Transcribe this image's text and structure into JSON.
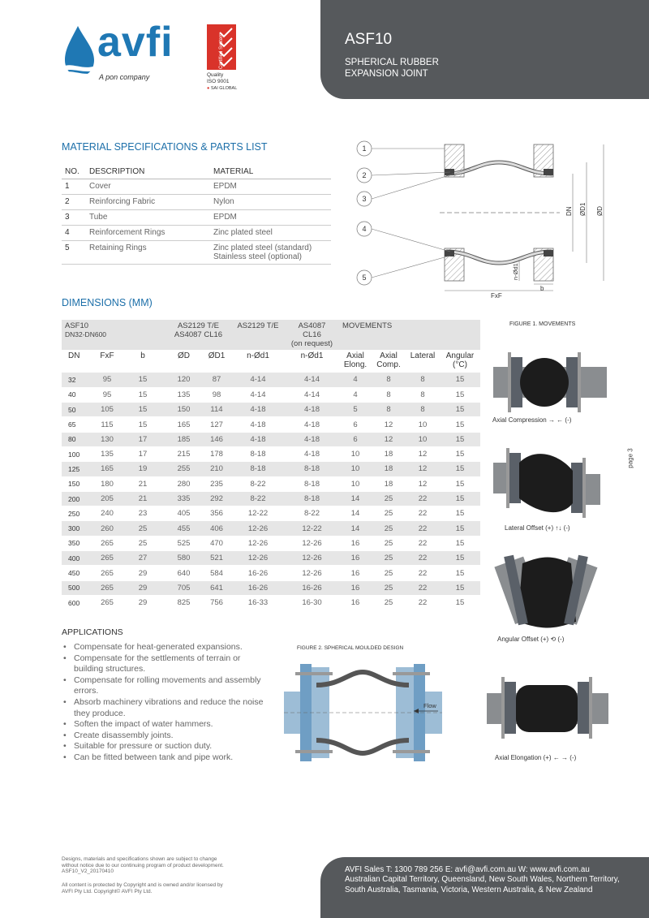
{
  "header": {
    "title": "ASF10",
    "subtitle_line1": "SPHERICAL RUBBER",
    "subtitle_line2": "EXPANSION JOINT"
  },
  "logo": {
    "brand": "avfi",
    "tagline": "A pon company",
    "cert_vertical": "Certified System",
    "cert_quality": "Quality",
    "cert_iso": "ISO 9001",
    "cert_sai": "SAI GLOBAL"
  },
  "materials": {
    "title": "MATERIAL SPECIFICATIONS & PARTS LIST",
    "headers": [
      "NO.",
      "DESCRIPTION",
      "MATERIAL"
    ],
    "rows": [
      {
        "no": "1",
        "desc": "Cover",
        "mat": "EPDM",
        "mat2": ""
      },
      {
        "no": "2",
        "desc": "Reinforcing Fabric",
        "mat": "Nylon",
        "mat2": ""
      },
      {
        "no": "3",
        "desc": "Tube",
        "mat": "EPDM",
        "mat2": ""
      },
      {
        "no": "4",
        "desc": "Reinforcement Rings",
        "mat": "Zinc plated steel",
        "mat2": ""
      },
      {
        "no": "5",
        "desc": "Retaining Rings",
        "mat": "Zinc plated steel (standard)",
        "mat2": "Stainless steel (optional)"
      }
    ]
  },
  "diagram": {
    "labels": [
      "1",
      "2",
      "3",
      "4",
      "5"
    ],
    "dn": "DN",
    "d1": "ØD1",
    "d": "ØD",
    "nd1": "n-Ød1",
    "fxf": "FxF",
    "b": "b"
  },
  "dimensions": {
    "title": "DIMENSIONS (MM)",
    "h_asf": "ASF10",
    "h_range": "DN32-DN600",
    "h_as2129_t1": "AS2129 T/E",
    "h_as2129_t2": "AS4087 CL16",
    "h_as2129b": "AS2129 T/E",
    "h_as4087_1": "AS4087 CL16",
    "h_as4087_2": "(on request)",
    "h_mov": "MOVEMENTS",
    "cols": [
      "DN",
      "FxF",
      "b",
      "ØD",
      "ØD1",
      "n-Ød1",
      "n-Ød1",
      "Axial Elong.",
      "Axial Comp.",
      "Lateral",
      "Angular (°C)"
    ],
    "rows": [
      [
        "32",
        "95",
        "15",
        "120",
        "87",
        "4-14",
        "4-14",
        "4",
        "8",
        "8",
        "15"
      ],
      [
        "40",
        "95",
        "15",
        "135",
        "98",
        "4-14",
        "4-14",
        "4",
        "8",
        "8",
        "15"
      ],
      [
        "50",
        "105",
        "15",
        "150",
        "114",
        "4-18",
        "4-18",
        "5",
        "8",
        "8",
        "15"
      ],
      [
        "65",
        "115",
        "15",
        "165",
        "127",
        "4-18",
        "4-18",
        "6",
        "12",
        "10",
        "15"
      ],
      [
        "80",
        "130",
        "17",
        "185",
        "146",
        "4-18",
        "4-18",
        "6",
        "12",
        "10",
        "15"
      ],
      [
        "100",
        "135",
        "17",
        "215",
        "178",
        "8-18",
        "4-18",
        "10",
        "18",
        "12",
        "15"
      ],
      [
        "125",
        "165",
        "19",
        "255",
        "210",
        "8-18",
        "8-18",
        "10",
        "18",
        "12",
        "15"
      ],
      [
        "150",
        "180",
        "21",
        "280",
        "235",
        "8-22",
        "8-18",
        "10",
        "18",
        "12",
        "15"
      ],
      [
        "200",
        "205",
        "21",
        "335",
        "292",
        "8-22",
        "8-18",
        "14",
        "25",
        "22",
        "15"
      ],
      [
        "250",
        "240",
        "23",
        "405",
        "356",
        "12-22",
        "8-22",
        "14",
        "25",
        "22",
        "15"
      ],
      [
        "300",
        "260",
        "25",
        "455",
        "406",
        "12-26",
        "12-22",
        "14",
        "25",
        "22",
        "15"
      ],
      [
        "350",
        "265",
        "25",
        "525",
        "470",
        "12-26",
        "12-26",
        "16",
        "25",
        "22",
        "15"
      ],
      [
        "400",
        "265",
        "27",
        "580",
        "521",
        "12-26",
        "12-26",
        "16",
        "25",
        "22",
        "15"
      ],
      [
        "450",
        "265",
        "29",
        "640",
        "584",
        "16-26",
        "12-26",
        "16",
        "25",
        "22",
        "15"
      ],
      [
        "500",
        "265",
        "29",
        "705",
        "641",
        "16-26",
        "16-26",
        "16",
        "25",
        "22",
        "15"
      ],
      [
        "600",
        "265",
        "29",
        "825",
        "756",
        "16-33",
        "16-30",
        "16",
        "25",
        "22",
        "15"
      ]
    ]
  },
  "figure1": {
    "title": "FIGURE 1. MOVEMENTS",
    "axial_comp": "Axial Compression",
    "lateral": "Lateral Offset (+)",
    "angular": "Angular Offset (+)",
    "axial_elong": "Axial Elongation (+)",
    "minus": "(-)"
  },
  "figure2": {
    "title": "FIGURE 2. SPHERICAL MOULDED DESIGN",
    "flow": "Flow"
  },
  "applications": {
    "title": "APPLICATIONS",
    "items": [
      "Compensate for heat-generated expansions.",
      "Compensate for the settlements of terrain or building structures.",
      "Compensate for rolling movements and assembly errors.",
      "Absorb machinery vibrations and reduce the noise they produce.",
      "Soften the impact of water hammers.",
      "Create disassembly joints.",
      "Suitable for pressure or suction duty.",
      "Can be fitted between tank and pipe work."
    ]
  },
  "footer": {
    "line1": "AVFI Sales  T: 1300 789 256  E: avfi@avfi.com.au  W: www.avfi.com.au",
    "line2": "Australian Capital Territory, Queensland, New South Wales, Northern Territory,",
    "line3": "South Australia, Tasmania, Victoria, Western Australia, & New Zealand"
  },
  "disclaimer": {
    "l1": "Designs, materials and specifications shown are subject to change",
    "l2": "without notice due to our continuing program of product development.",
    "l3": "ASF10_V2_20170410",
    "l4": "All content is protected by Copyright and is owned and/or licensed by",
    "l5": "AVFI Pty Ltd. Copyright© AVFI Pty Ltd."
  },
  "page": "page 3",
  "colors": {
    "accent": "#1c6fa9",
    "header": "#56595c",
    "brand_blue": "#1f78b4",
    "cert_red": "#d9332a"
  }
}
